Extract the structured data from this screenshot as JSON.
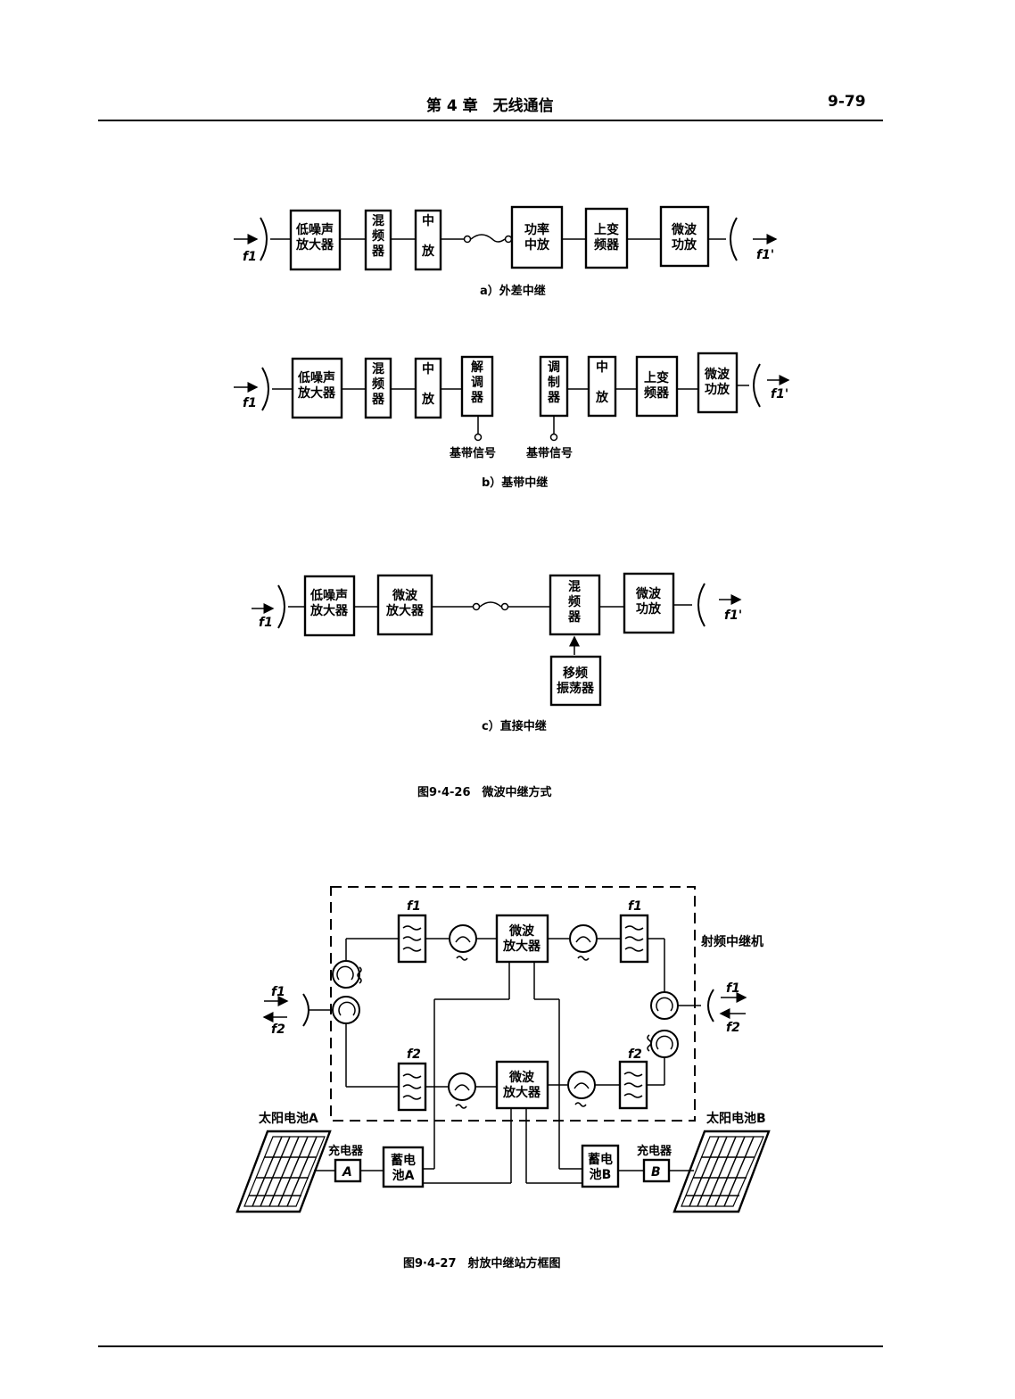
{
  "header": {
    "chapter": "第 4 章　无线通信",
    "page": "9-79"
  },
  "fig26": {
    "a": {
      "blocks": [
        "低噪声\n放大器",
        "混\n频\n器",
        "中\n\n放",
        "功率\n中放",
        "上变\n频器",
        "微波\n功放"
      ],
      "f_in": "f1",
      "f_out": "f1'",
      "caption": "a）外差中继"
    },
    "b": {
      "blocks": [
        "低噪声\n放大器",
        "混\n频\n器",
        "中\n\n放",
        "解\n调\n器",
        "调\n制\n器",
        "中\n\n放",
        "上变\n频器",
        "微波\n功放"
      ],
      "baseband1": "基带信号",
      "baseband2": "基带信号",
      "f_in": "f1",
      "f_out": "f1'",
      "caption": "b）基带中继"
    },
    "c": {
      "blocks": [
        "低噪声\n放大器",
        "微波\n放大器",
        "混\n频\n器",
        "微波\n功放",
        "移频\n振荡器"
      ],
      "f_in": "f1",
      "f_out": "f1'",
      "caption": "c）直接中继"
    },
    "title": "图9·4-26　微波中继方式"
  },
  "fig27": {
    "amp_top": "微波\n放大器",
    "amp_bottom": "微波\n放大器",
    "filter_labels": [
      "f1",
      "f1",
      "f2",
      "f2"
    ],
    "repeater_label": "射频中继机",
    "left_freqs": [
      "f1",
      "f2"
    ],
    "right_freqs": [
      "f1",
      "f2"
    ],
    "solar_a": "太阳电池A",
    "solar_b": "太阳电池B",
    "charger_label_a": "充电器",
    "charger_label_b": "充电器",
    "charger_a": "A",
    "charger_b": "B",
    "battery_a": "蓄电\n池A",
    "battery_b": "蓄电\n池B",
    "title": "图9·4-27　射放中继站方框图"
  }
}
